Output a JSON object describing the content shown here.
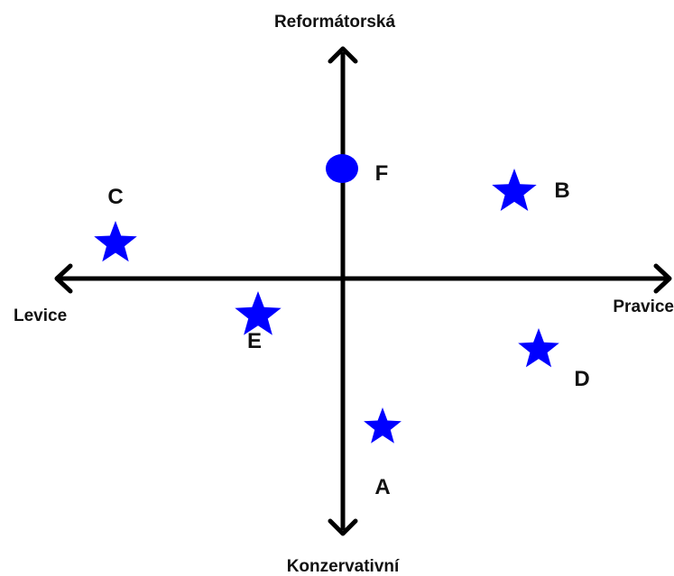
{
  "colors": {
    "axis": "#000000",
    "marker": "#0000ff",
    "background": "#ffffff"
  },
  "axes": {
    "top": "Reformátorská",
    "bottom": "Konzervativní",
    "left": "Levice",
    "right": "Pravice"
  },
  "points": [
    {
      "id": "A",
      "label": "A",
      "shape": "star"
    },
    {
      "id": "B",
      "label": "B",
      "shape": "star"
    },
    {
      "id": "C",
      "label": "C",
      "shape": "star"
    },
    {
      "id": "D",
      "label": "D",
      "shape": "star"
    },
    {
      "id": "E",
      "label": "E",
      "shape": "star"
    },
    {
      "id": "F",
      "label": "F",
      "shape": "ellipse"
    }
  ]
}
